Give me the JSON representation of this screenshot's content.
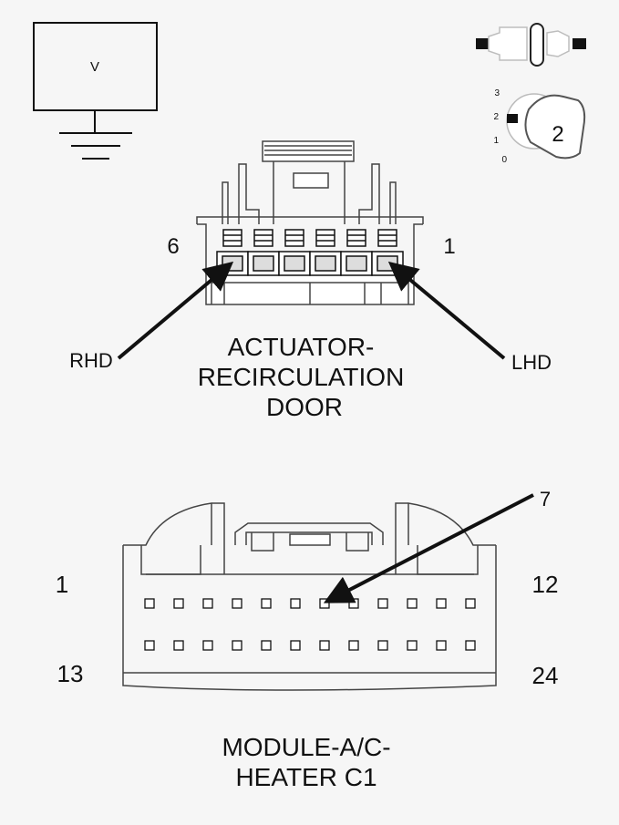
{
  "voltmeter": {
    "label": "V"
  },
  "ignition": {
    "positions": [
      "3",
      "2",
      "1",
      "0"
    ],
    "selected": "2"
  },
  "actuator": {
    "pin_left": "6",
    "pin_right": "1",
    "callout_left": "RHD",
    "callout_right": "LHD",
    "title_line1": "ACTUATOR-",
    "title_line2": "RECIRCULATION",
    "title_line3": "DOOR"
  },
  "module": {
    "pin_top_left": "1",
    "pin_top_right": "12",
    "pin_bottom_left": "13",
    "pin_bottom_right": "24",
    "pin_callout": "7",
    "title_line1": "MODULE-A/C-",
    "title_line2": "HEATER C1"
  }
}
